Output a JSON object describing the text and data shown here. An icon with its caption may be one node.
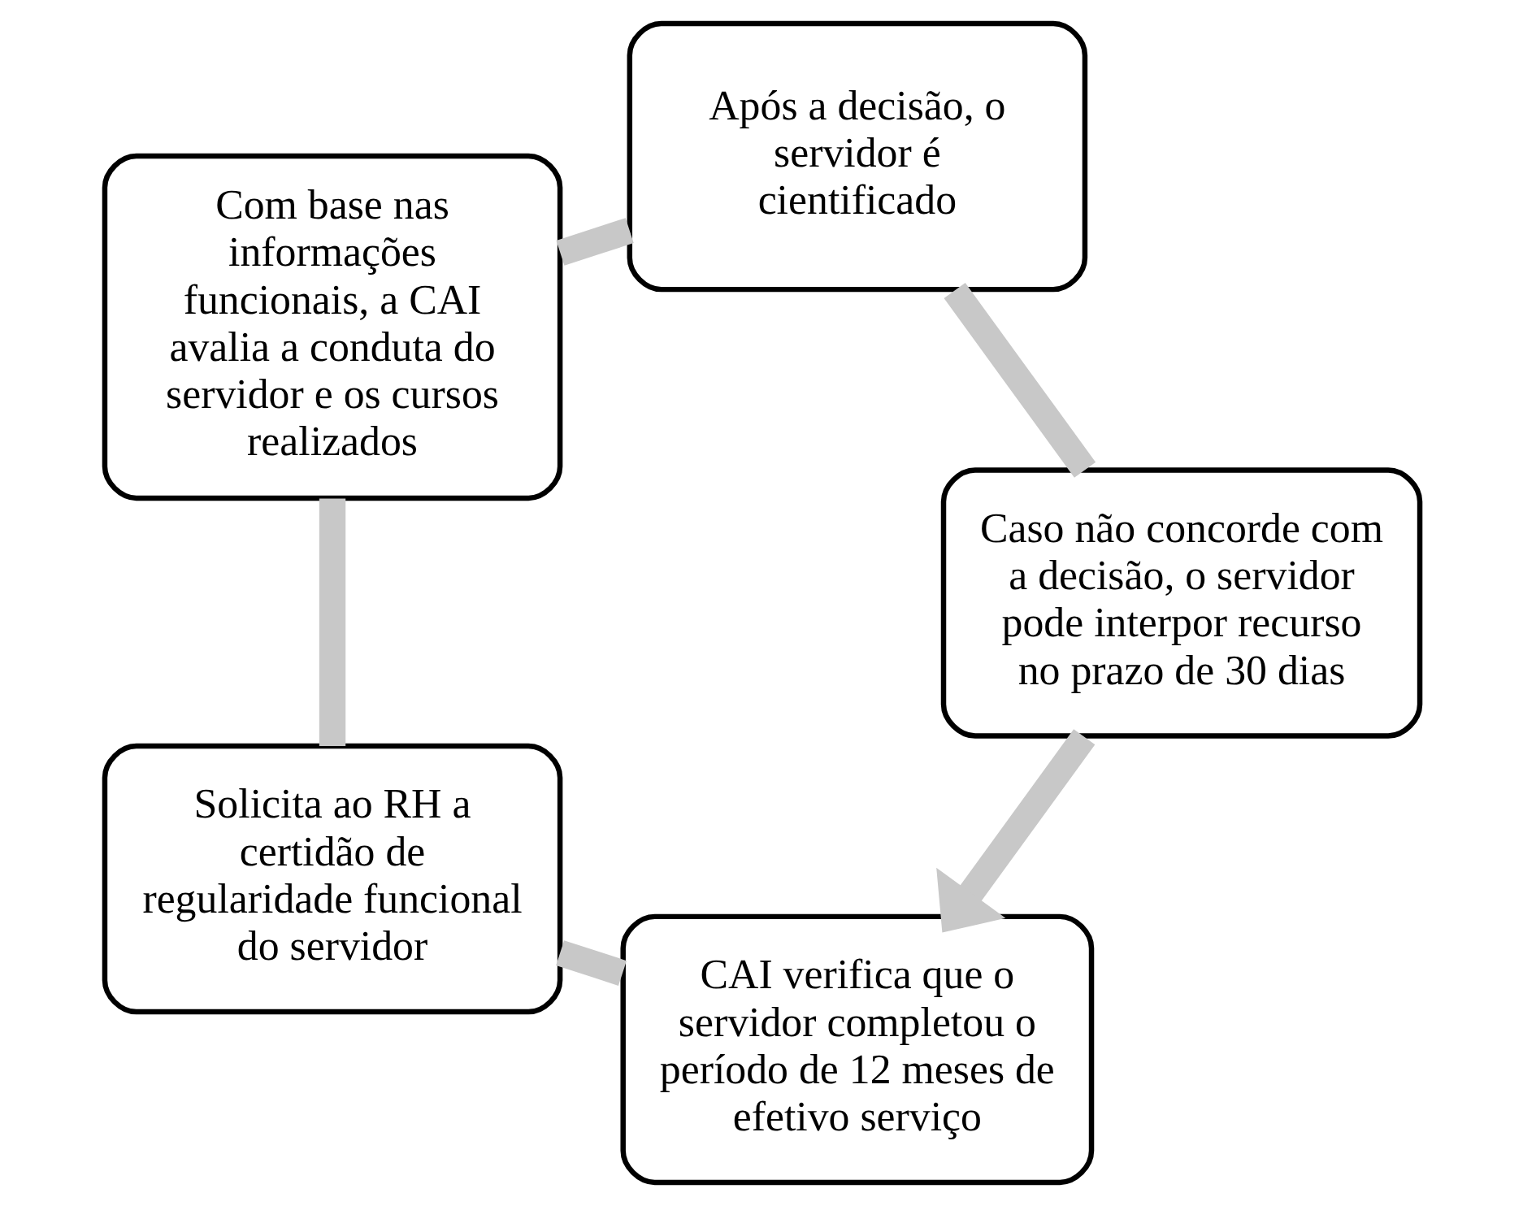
{
  "diagram": {
    "nodes": [
      {
        "text": [
          "CAI verifica que o servidor completou o período de 12 meses de efetivo serviço"
        ]
      },
      {
        "text": [
          "Solicita ao RH a certidão de regularidade funcional do servidor"
        ]
      },
      {
        "text": [
          "Com base nas informações funcionais, a CAI avalia a conduta do servidor e os cursos realizados"
        ]
      },
      {
        "text": [
          "Após a decisão, o servidor é cientificado"
        ]
      },
      {
        "text": [
          "Caso não concorde com a decisão, o servidor pode interpor recurso no prazo de 30 dias"
        ]
      }
    ],
    "edges": [
      {
        "from": 0,
        "to": 1,
        "arrow": "none"
      },
      {
        "from": 1,
        "to": 2,
        "arrow": "none"
      },
      {
        "from": 2,
        "to": 3,
        "arrow": "none"
      },
      {
        "from": 3,
        "to": 4,
        "arrow": "none"
      },
      {
        "from": 4,
        "to": 0,
        "arrow": "to"
      }
    ]
  }
}
